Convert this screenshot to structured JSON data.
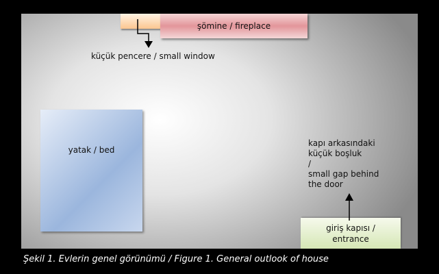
{
  "rooms": {
    "window": "",
    "fireplace": "şömine / fireplace",
    "bed": "yatak / bed",
    "entrance_line1": "giriş kapısı /",
    "entrance_line2": "entrance"
  },
  "labels": {
    "small_window": "küçük pencere / small window",
    "gap_lines": [
      "kapı arkasındaki",
      "küçük boşluk",
      "/",
      "small gap behind",
      "the door"
    ]
  },
  "caption": "Şekil 1. Evlerin genel görünümü / Figure 1. General outlook of house"
}
